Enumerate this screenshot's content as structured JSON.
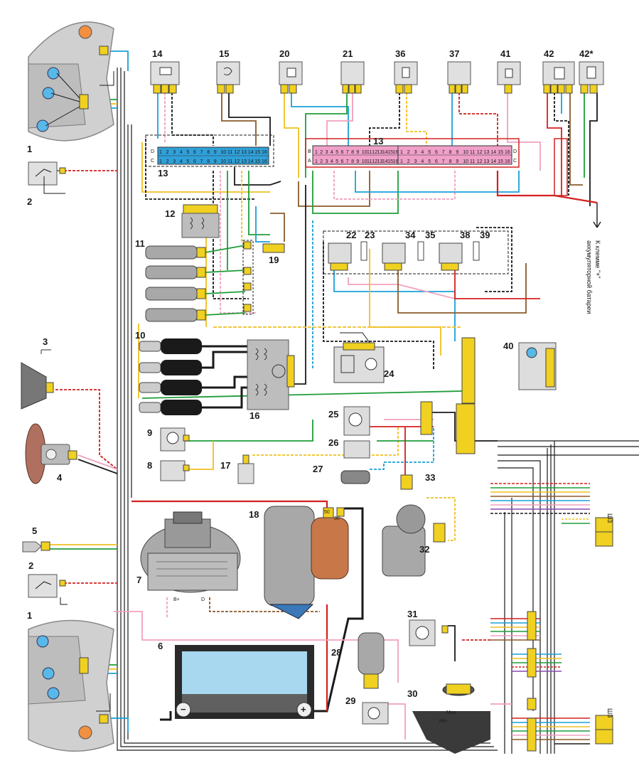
{
  "components": [
    {
      "id": "c1a",
      "label": "1"
    },
    {
      "id": "c2a",
      "label": "2"
    },
    {
      "id": "c3",
      "label": "3"
    },
    {
      "id": "c4",
      "label": "4"
    },
    {
      "id": "c5",
      "label": "5"
    },
    {
      "id": "c2b",
      "label": "2"
    },
    {
      "id": "c1b",
      "label": "1"
    },
    {
      "id": "c6",
      "label": "6"
    },
    {
      "id": "c7",
      "label": "7"
    },
    {
      "id": "c8",
      "label": "8"
    },
    {
      "id": "c9",
      "label": "9"
    },
    {
      "id": "c10",
      "label": "10"
    },
    {
      "id": "c11",
      "label": "11"
    },
    {
      "id": "c12",
      "label": "12"
    },
    {
      "id": "c13a",
      "label": "13"
    },
    {
      "id": "c13b",
      "label": "13"
    },
    {
      "id": "c14",
      "label": "14"
    },
    {
      "id": "c15",
      "label": "15"
    },
    {
      "id": "c16",
      "label": "16"
    },
    {
      "id": "c17",
      "label": "17"
    },
    {
      "id": "c18",
      "label": "18"
    },
    {
      "id": "c19",
      "label": "19"
    },
    {
      "id": "c20",
      "label": "20"
    },
    {
      "id": "c21",
      "label": "21"
    },
    {
      "id": "c22",
      "label": "22"
    },
    {
      "id": "c23",
      "label": "23"
    },
    {
      "id": "c24",
      "label": "24"
    },
    {
      "id": "c25",
      "label": "25"
    },
    {
      "id": "c26",
      "label": "26"
    },
    {
      "id": "c27",
      "label": "27"
    },
    {
      "id": "c28",
      "label": "28"
    },
    {
      "id": "c29",
      "label": "29"
    },
    {
      "id": "c30",
      "label": "30"
    },
    {
      "id": "c31",
      "label": "31"
    },
    {
      "id": "c32",
      "label": "32"
    },
    {
      "id": "c33",
      "label": "33"
    },
    {
      "id": "c34",
      "label": "34"
    },
    {
      "id": "c35",
      "label": "35"
    },
    {
      "id": "c36",
      "label": "36"
    },
    {
      "id": "c37",
      "label": "37"
    },
    {
      "id": "c38",
      "label": "38"
    },
    {
      "id": "c39",
      "label": "39"
    },
    {
      "id": "c40",
      "label": "40"
    },
    {
      "id": "c41",
      "label": "41"
    },
    {
      "id": "c42",
      "label": "42"
    },
    {
      "id": "c42s",
      "label": "42*"
    }
  ],
  "battery_note": {
    "line1": "К клемме \"+\"",
    "line2": "аккумуляторной батареи"
  },
  "connectors": {
    "sh1": "Ш3",
    "sh2": "Ш3"
  },
  "pin_letters": {
    "d": "D",
    "c": "C",
    "b": "B",
    "a": "A",
    "b_plus": "B+",
    "d_gen": "D",
    "plus": "+",
    "minus": "−",
    "max": "Max",
    "min": "Min",
    "fifty": "50",
    "thirty": "30"
  },
  "ecu_pins": [
    "1",
    "2",
    "3",
    "4",
    "5",
    "6",
    "7",
    "8",
    "9",
    "10",
    "11",
    "12",
    "13",
    "14",
    "15",
    "16"
  ],
  "colors": {
    "red": "#d42020",
    "blue": "#1aa0d8",
    "green": "#1e9e3a",
    "yellow": "#f0c020",
    "brown": "#8b5a2b",
    "pink": "#f0a0c0",
    "black": "#1a1a1a",
    "orange": "#f08a20",
    "grey": "#9a9a9a",
    "violet": "#8a4ab0",
    "white": "#ffffff"
  }
}
